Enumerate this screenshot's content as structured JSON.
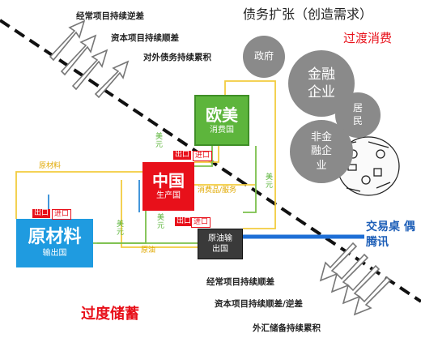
{
  "top_title": "债务扩张（创造需求）",
  "top_tag": "过渡消费",
  "bottom_tag": "过度储蓄",
  "top_notes": [
    "经常项目持续逆差",
    "资本项目持续顺差",
    "对外债务持续累积"
  ],
  "bottom_notes": [
    "经常项目持续顺差",
    "资本项目持续顺差/逆差",
    "外汇储备持续累积"
  ],
  "circles": {
    "gov": "政府",
    "fin": "金融企业",
    "resident": "居民",
    "nonfin": "非金融企业"
  },
  "boxes": {
    "western": {
      "title": "欧美",
      "sub": "消费国"
    },
    "china": {
      "title": "中国",
      "sub": "生产国"
    },
    "raw": {
      "title": "原材料",
      "sub": "输出国"
    },
    "oil": {
      "title": "原油输出国"
    }
  },
  "labels": {
    "raw_material": "原材料",
    "export": "出口",
    "import": "进口",
    "usd": "美元",
    "products": "消费品/服务",
    "crude": "原油"
  },
  "watermark": "交易桌 偶腾讯",
  "colors": {
    "china": "#e8101a",
    "western": "#5db53c",
    "raw": "#1f9be0",
    "oil": "#3a3a3a",
    "flow_yellow": "#f2cc3f",
    "flow_green": "#7cc04c",
    "flow_blue": "#2e8ad6",
    "red_text": "#e8101a"
  }
}
